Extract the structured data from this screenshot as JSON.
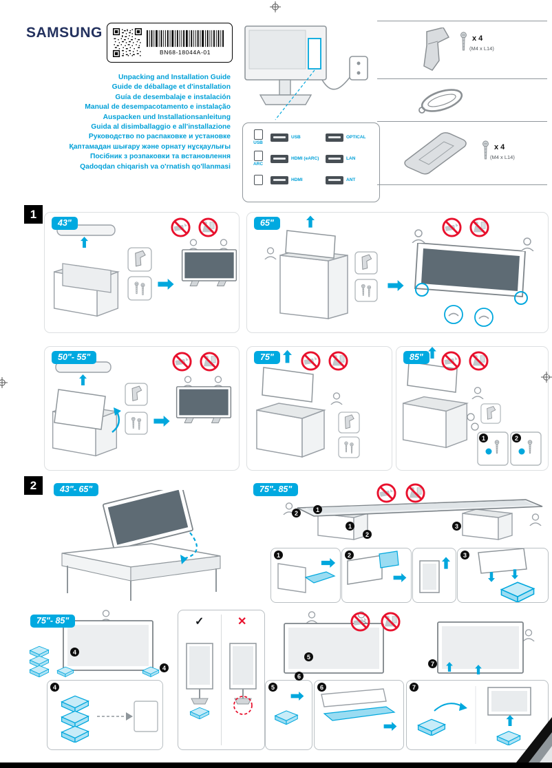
{
  "brand": "SAMSUNG",
  "label": {
    "code": "BN68-18044A-01"
  },
  "titles": [
    "Unpacking and Installation Guide",
    "Guide de déballage et d'installation",
    "Guía de desembalaje e instalación",
    "Manual de desempacotamento e instalação",
    "Auspacken und Installationsanleitung",
    "Guida al disimballaggio e all'installazione",
    "Руководство по распаковке и установке",
    "Қаптамадан шығару және орнату нұсқаулығы",
    "Посібник з розпаковки та встановлення",
    "Qadoqdan chiqarish va o'rnatish qo'llanmasi"
  ],
  "ports": {
    "rows": [
      {
        "left": "USB",
        "mid": "USB",
        "right": "OPTICAL"
      },
      {
        "left": "ARC",
        "mid": "HDMI (eARC)",
        "right": "LAN"
      },
      {
        "left": "",
        "mid": "HDMI",
        "right": "ANT"
      }
    ]
  },
  "parts": {
    "stand_neck": {
      "qty": "x 4",
      "spec": "(M4 x L14)"
    },
    "stand_base": {
      "qty": "x 4",
      "spec": "(M4 x L14)"
    }
  },
  "sections": {
    "one": {
      "num": "1",
      "sizes": {
        "s43": "43\"",
        "s65": "65\"",
        "s5055": "50\"- 55\"",
        "s75": "75\"",
        "s85": "85\""
      }
    },
    "two": {
      "num": "2",
      "sizes": {
        "s4365": "43\"- 65\"",
        "s7585": "75\"- 85\""
      }
    },
    "three": {
      "size": "75\"- 85\""
    }
  },
  "steps": {
    "n1": "1",
    "n2": "2",
    "n3": "3",
    "n4": "4",
    "n5": "5",
    "n6": "6",
    "n7": "7"
  },
  "marks": {
    "ok": "✓",
    "bad": "✕"
  }
}
